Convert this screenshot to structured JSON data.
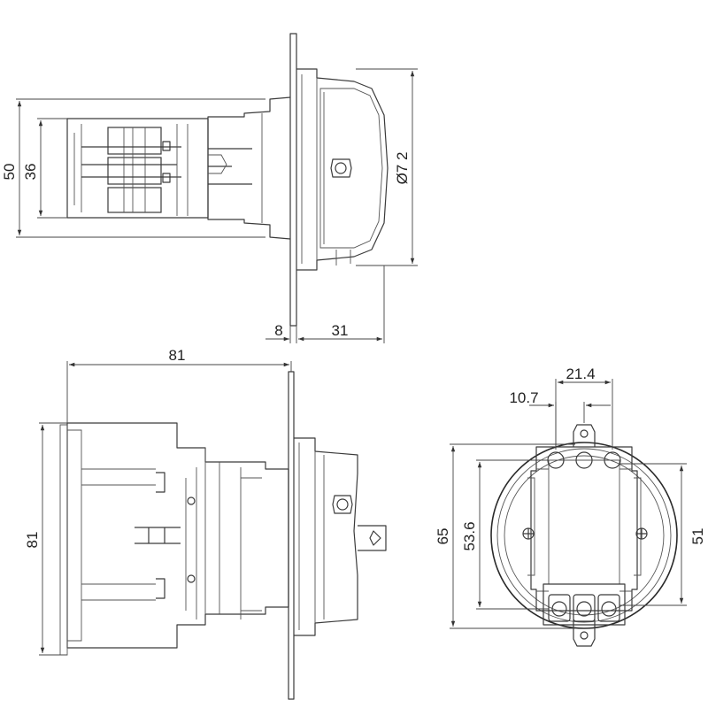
{
  "dimensions": {
    "side_top": {
      "height_outer": "50",
      "height_inner": "36",
      "diameter": "Ø7 2",
      "flange_thickness": "8",
      "depth": "31"
    },
    "side_bottom": {
      "overall_length": "81",
      "overall_height": "81"
    },
    "front": {
      "pitch_double": "21.4",
      "pitch_single": "10.7",
      "height_outer": "65",
      "height_inner": "53.6",
      "diameter_body": "51"
    }
  },
  "colors": {
    "line": "#3a3a3a",
    "background": "#ffffff"
  }
}
